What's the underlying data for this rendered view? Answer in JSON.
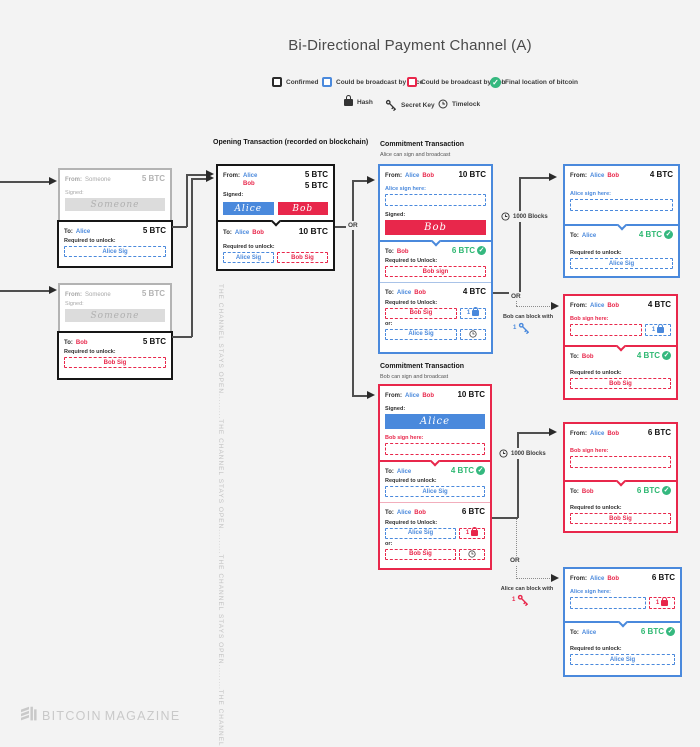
{
  "title": "Bi-Directional Payment Channel (A)",
  "legend": {
    "confirmed": "Confirmed",
    "by_alice": "Could be broadcast by Alice",
    "by_bob": "Could be broadcast by Bob",
    "final_location": "Final location of bitcoin",
    "hash": "Hash",
    "secret_key": "Secret Key",
    "timelock": "Timelock"
  },
  "labels": {
    "from": "From:",
    "to": "To:",
    "signed": "Signed:",
    "required_unlock": "Required to unlock:",
    "required_unlock_cap": "Required to Unlock:",
    "or_small": "or:",
    "or": "OR",
    "opening_title": "Opening Transaction (recorded on blockchain)",
    "commitment_title": "Commitment Transaction",
    "alice_can_sign": "Alice can sign and broadcast",
    "bob_can_sign": "Bob can sign and broadcast",
    "alice_sign_here": "Alice sign here:",
    "bob_sign_here": "Bob sign here:",
    "blocks": "1000 Blocks",
    "bob_can_block": "Bob can block with",
    "alice_can_block": "Alice can block with",
    "one": "1",
    "channel_open_text": "THE CHANNEL STAYS OPEN.........THE CHANNEL STAYS OPEN.........THE CHANNEL STAYS OPEN.........THE CHANNEL STAYS OPEN.........THE CHANNEL STAYS"
  },
  "names": {
    "alice": "Alice",
    "bob": "Bob",
    "someone": "Someone"
  },
  "amounts": {
    "btc4": "4 BTC",
    "btc5": "5 BTC",
    "btc6": "6 BTC",
    "btc10": "10 BTC"
  },
  "sigs": {
    "alice_sig": "Alice Sig",
    "bob_sig": "Bob Sig",
    "bob_sign": "Bob sign"
  },
  "colors": {
    "alice_blue": "#4a89dc",
    "bob_red": "#e8274b",
    "confirmed_black": "#161616",
    "final_green": "#35b87f",
    "background": "#f3f3f3"
  },
  "footer": {
    "brand1": "BITCOIN",
    "brand2": "MAGAZINE"
  }
}
